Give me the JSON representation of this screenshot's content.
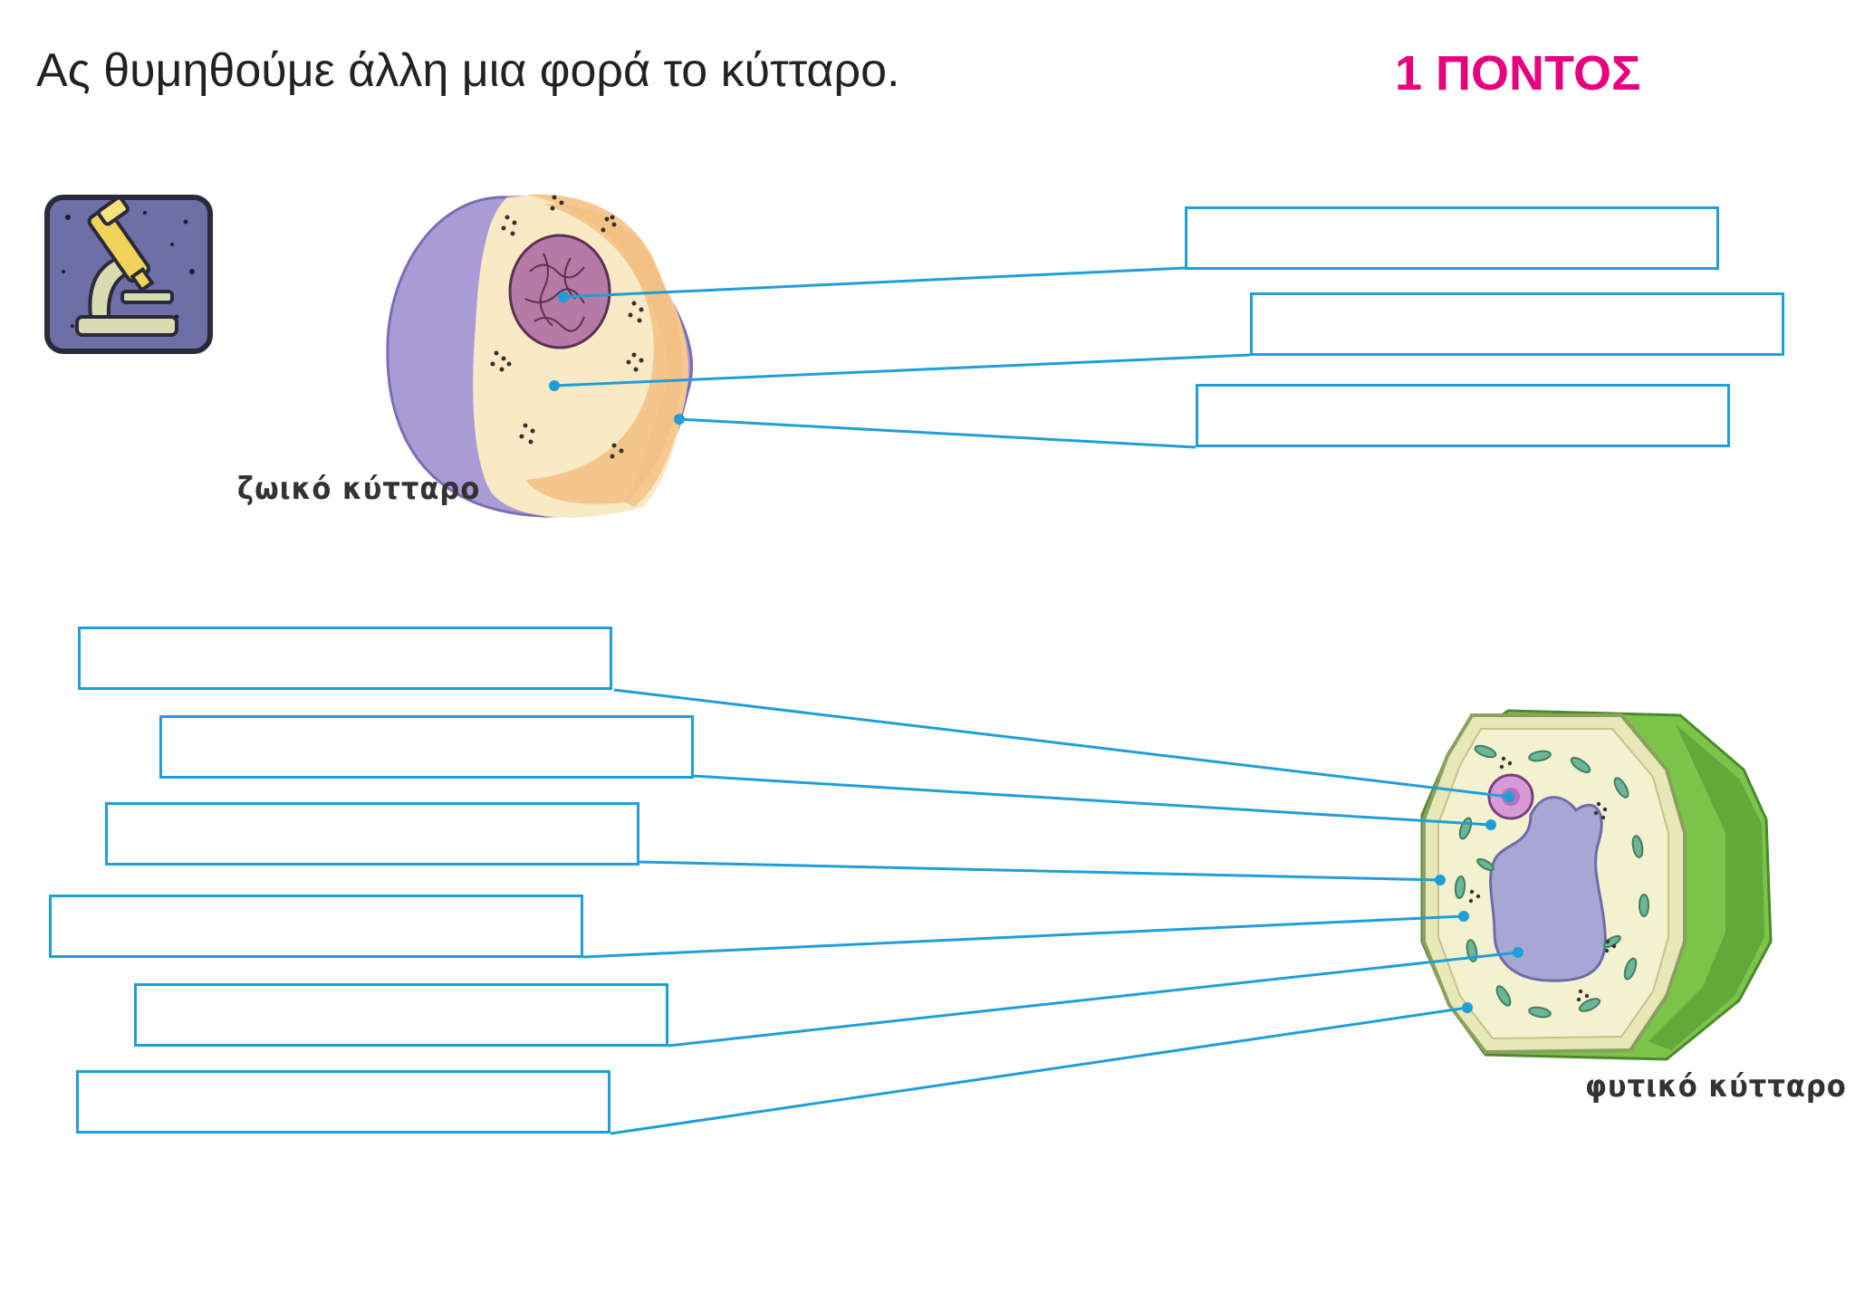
{
  "header": {
    "title": "Ας θυμηθούμε άλλη μια φορά το κύτταρο.",
    "points": "1 ΠΟΝΤΟΣ",
    "points_color": "#e6007e"
  },
  "animal_cell": {
    "caption": "ζωικό κύτταρο",
    "label_count": 3
  },
  "plant_cell": {
    "caption": "φυτικό κύτταρο",
    "label_count": 6
  },
  "colors": {
    "leader_line": "#1f9ed8",
    "animal_membrane": "#a99bd6",
    "animal_cytoplasm": "#f6c890",
    "animal_nucleus": "#b57aa6",
    "plant_wall": "#7cc34a",
    "plant_cytoplasm": "#f3f1cf",
    "plant_vacuole": "#a8a7d4",
    "chloroplast": "#6db597"
  },
  "icons": {
    "microscope": "microscope-icon"
  }
}
